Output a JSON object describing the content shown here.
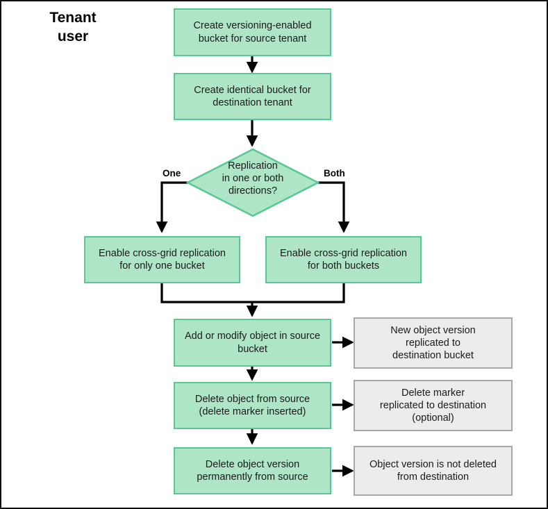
{
  "diagram": {
    "title": "Tenant\nuser",
    "colors": {
      "green_fill": "#ADE5C6",
      "green_border": "#58C794",
      "gray_fill": "#ECECEC",
      "gray_border": "#A8A8A8",
      "line": "#000000",
      "page_border": "#111111",
      "background": "#FFFFFF"
    },
    "nodes": {
      "create_versioned_bucket": "Create versioning-enabled\nbucket for source tenant",
      "create_identical_bucket": "Create identical bucket for\ndestination tenant",
      "decision_replication": "Replication\nin one or both\ndirections?",
      "enable_one_bucket": "Enable cross-grid replication\nfor only one bucket",
      "enable_both_buckets": "Enable cross-grid replication\nfor both buckets",
      "add_or_modify": "Add or modify object in source\nbucket",
      "delete_object": "Delete object from source\n(delete marker inserted)",
      "delete_version": "Delete object version\npermanently from source",
      "result_new_version": "New object version\nreplicated to\ndestination bucket",
      "result_delete_marker": "Delete marker\nreplicated to destination\n(optional)",
      "result_not_deleted": "Object version is not deleted\nfrom destination"
    },
    "edge_labels": {
      "one": "One",
      "both": "Both"
    }
  }
}
